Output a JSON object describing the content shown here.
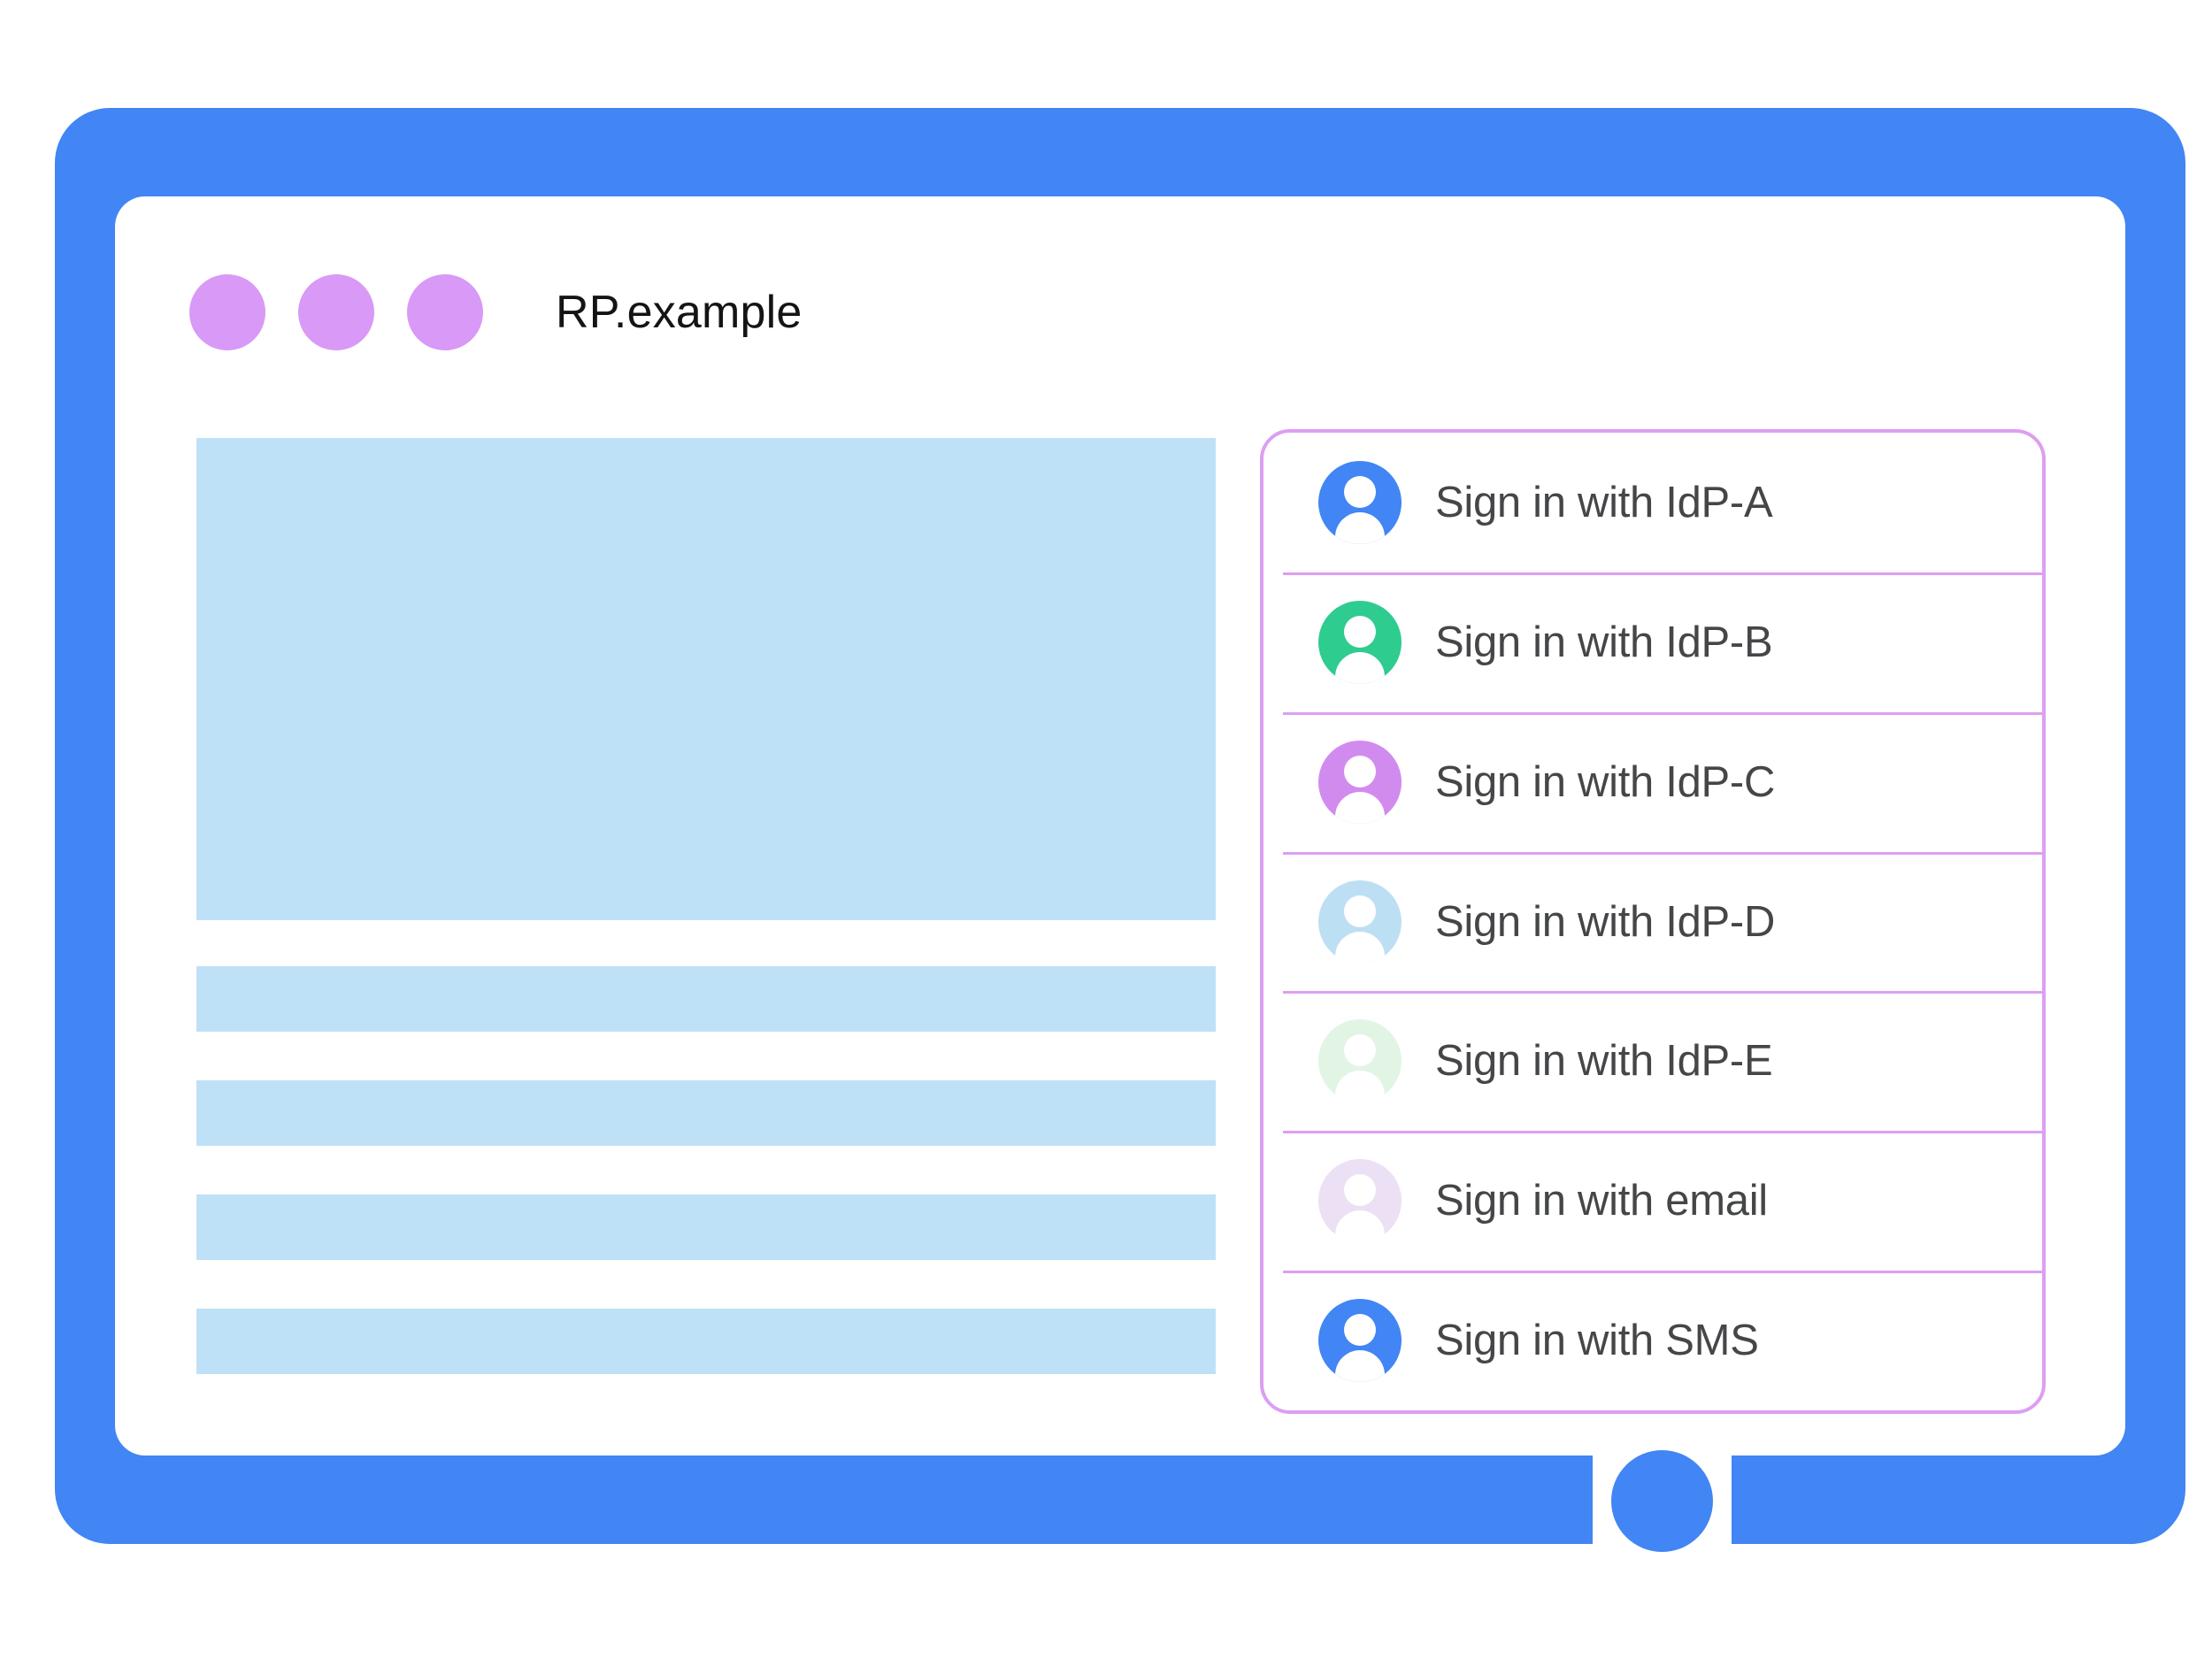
{
  "window": {
    "title": "RP.example",
    "titlebar_dots": [
      "dot-1",
      "dot-2",
      "dot-3"
    ],
    "dot_color": "#d999f7",
    "frame_color": "#4285f4",
    "home_button": "home-button"
  },
  "content": {
    "placeholders": [
      {
        "name": "hero-placeholder",
        "kind": "hero"
      },
      {
        "name": "text-line-placeholder-1",
        "kind": "bar"
      },
      {
        "name": "text-line-placeholder-2",
        "kind": "bar"
      },
      {
        "name": "text-line-placeholder-3",
        "kind": "bar"
      },
      {
        "name": "text-line-placeholder-4",
        "kind": "bar"
      }
    ],
    "placeholder_color": "#bfe1f7"
  },
  "account_chooser": {
    "border_color": "#dd9ef2",
    "divider_color": "#dd9ef2",
    "label_color": "#444648",
    "items": [
      {
        "label": "Sign in with IdP-A",
        "icon": "account-avatar-icon",
        "color": "#4285f4"
      },
      {
        "label": "Sign in with IdP-B",
        "icon": "account-avatar-icon",
        "color": "#2ecc8f"
      },
      {
        "label": "Sign in with IdP-C",
        "icon": "account-avatar-icon",
        "color": "#d18bee"
      },
      {
        "label": "Sign in with IdP-D",
        "icon": "account-avatar-icon",
        "color": "#bddff3"
      },
      {
        "label": "Sign in with IdP-E",
        "icon": "account-avatar-icon",
        "color": "#e2f5e4"
      },
      {
        "label": "Sign in with email",
        "icon": "account-avatar-icon",
        "color": "#ece0f5"
      },
      {
        "label": "Sign in with SMS",
        "icon": "account-avatar-icon",
        "color": "#4285f4"
      }
    ]
  }
}
